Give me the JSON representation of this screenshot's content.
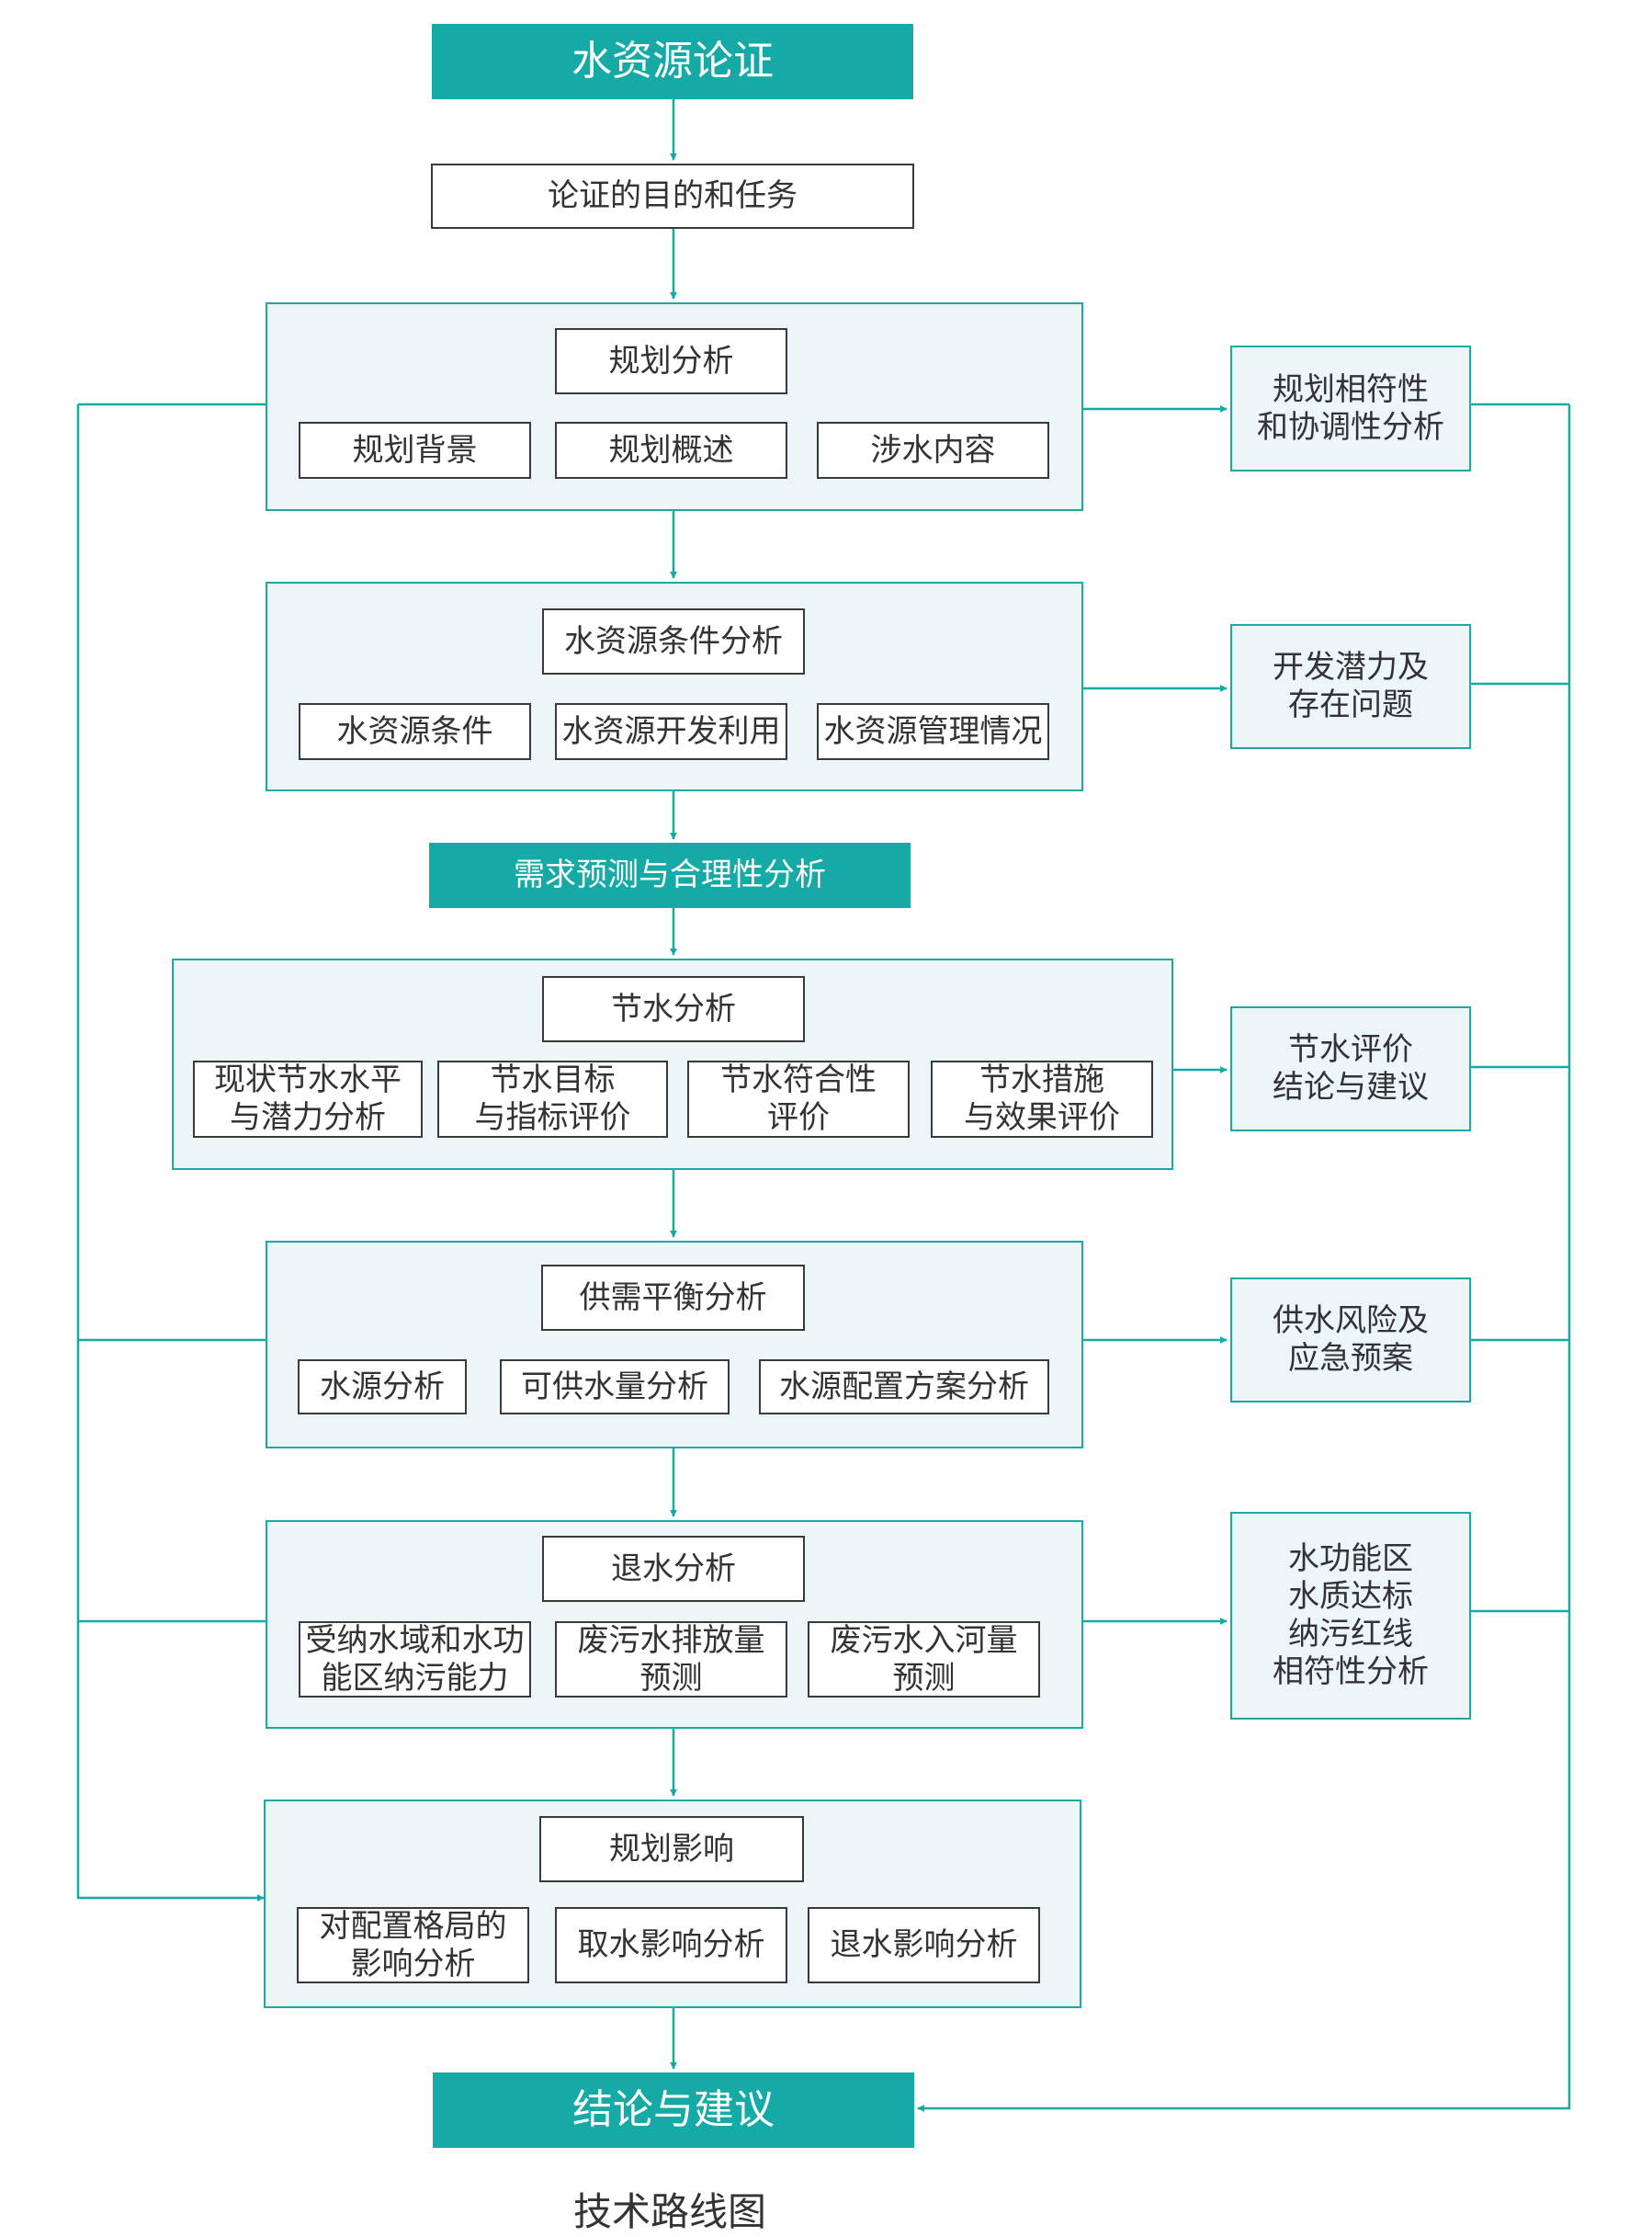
{
  "title": "水资源论证",
  "purpose": "论证的目的和任务",
  "sections": {
    "planning": {
      "heading": "规划分析",
      "items": [
        "规划背景",
        "规划概述",
        "涉水内容"
      ],
      "outcome": [
        "规划相符性",
        "和协调性分析"
      ]
    },
    "resource": {
      "heading": "水资源条件分析",
      "items": [
        "水资源条件",
        "水资源开发利用",
        "水资源管理情况"
      ],
      "outcome": [
        "开发潜力及",
        "存在问题"
      ]
    },
    "demand": {
      "heading": "需求预测与合理性分析"
    },
    "saving": {
      "heading": "节水分析",
      "items": [
        [
          "现状节水水平",
          "与潜力分析"
        ],
        [
          "节水目标",
          "与指标评价"
        ],
        [
          "节水符合性",
          "评价"
        ],
        [
          "节水措施",
          "与效果评价"
        ]
      ],
      "outcome": [
        "节水评价",
        "结论与建议"
      ]
    },
    "balance": {
      "heading": "供需平衡分析",
      "items": [
        "水源分析",
        "可供水量分析",
        "水源配置方案分析"
      ],
      "outcome": [
        "供水风险及",
        "应急预案"
      ]
    },
    "discharge": {
      "heading": "退水分析",
      "items": [
        [
          "受纳水域和水功",
          "能区纳污能力"
        ],
        [
          "废污水排放量",
          "预测"
        ],
        [
          "废污水入河量",
          "预测"
        ]
      ],
      "outcome": [
        "水功能区",
        "水质达标",
        "纳污红线",
        "相符性分析"
      ]
    },
    "impact": {
      "heading": "规划影响",
      "items": [
        [
          "对配置格局的",
          "影响分析"
        ],
        "取水影响分析",
        "退水影响分析"
      ]
    }
  },
  "conclusion": "结论与建议",
  "caption": "技术路线图",
  "colors": {
    "teal": "#16aaa6",
    "panel": "#ecf6f7",
    "box_border": "#3a3a3a"
  }
}
